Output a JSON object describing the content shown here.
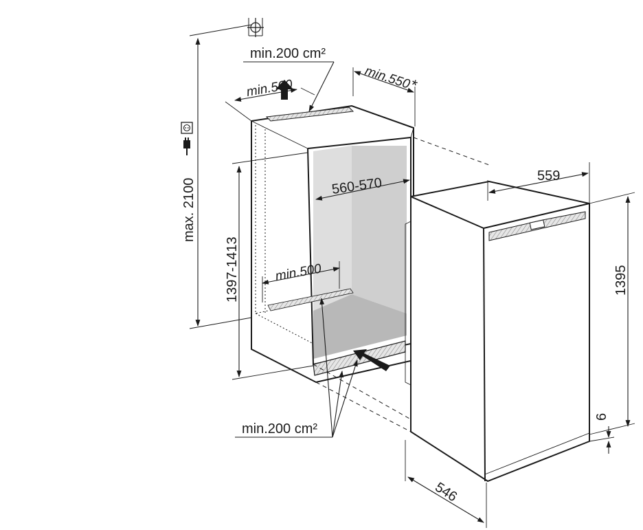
{
  "labels": {
    "vent_top": "min.200 cm²",
    "depth_top": "min.500",
    "depth_niche": "min.550",
    "depth_niche_note": "*",
    "max_height": "max. 2100",
    "niche_height": "1397-1413",
    "niche_width": "560-570",
    "depth_bottom": "min.500",
    "vent_bottom": "min.200 cm²",
    "appliance_width": "559",
    "appliance_height": "1395",
    "plinth_gap": "6",
    "appliance_depth": "546"
  },
  "icons": {
    "ventilation": "ventilation-symbol-icon",
    "socket": "power-socket-icon",
    "plug": "power-plug-icon",
    "airflow": "airflow-arrow-icon"
  },
  "colors": {
    "line": "#1a1a1a",
    "niche_back": "#c8c8c8",
    "niche_side": "#dcdcdc",
    "niche_floor": "#b5b5b5",
    "vent_hatch": "#9a9a9a"
  }
}
